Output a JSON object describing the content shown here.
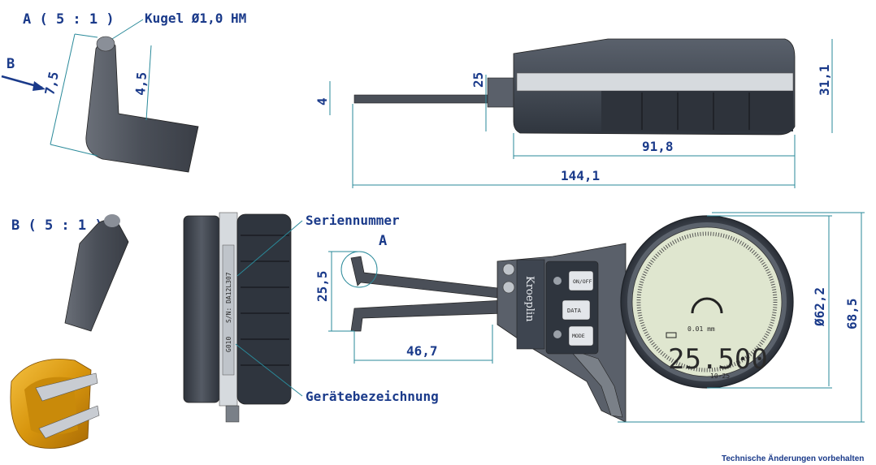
{
  "labels": {
    "view_a": "A ( 5 : 1 )",
    "ball": "Kugel Ø1,0 HM",
    "arrow_b": "B",
    "view_b": "B ( 5 : 1 )",
    "serial": "Seriennummer",
    "device": "Gerätebezeichnung",
    "detail_a": "A",
    "disclaimer": "Technische Änderungen vorbehalten"
  },
  "dimensions": {
    "tip_len": "7,5",
    "tip_h": "4,5",
    "height_25": "25",
    "jaw_4": "4",
    "total_height": "31,1",
    "body_len": "91,8",
    "total_len": "144,1",
    "jaw_opening": "25,5",
    "jaw_depth": "46,7",
    "dial_dia": "Ø62,2",
    "total_h": "68,5"
  },
  "device": {
    "brand": "Kroeplin",
    "model_side": "G010",
    "serial_side": "S/N: DA12L307",
    "btn_on": "ON/OFF",
    "btn_data": "DATA",
    "btn_mode": "MODE",
    "lcd_reading": "25.500",
    "lcd_res": "0.01 mm",
    "lcd_range": "10-25"
  },
  "colors": {
    "dim_blue": "#1a3a8a",
    "dim_line": "#2a8a9a",
    "body_dark": "#3e4550",
    "lcd": "#dfe6cf"
  }
}
